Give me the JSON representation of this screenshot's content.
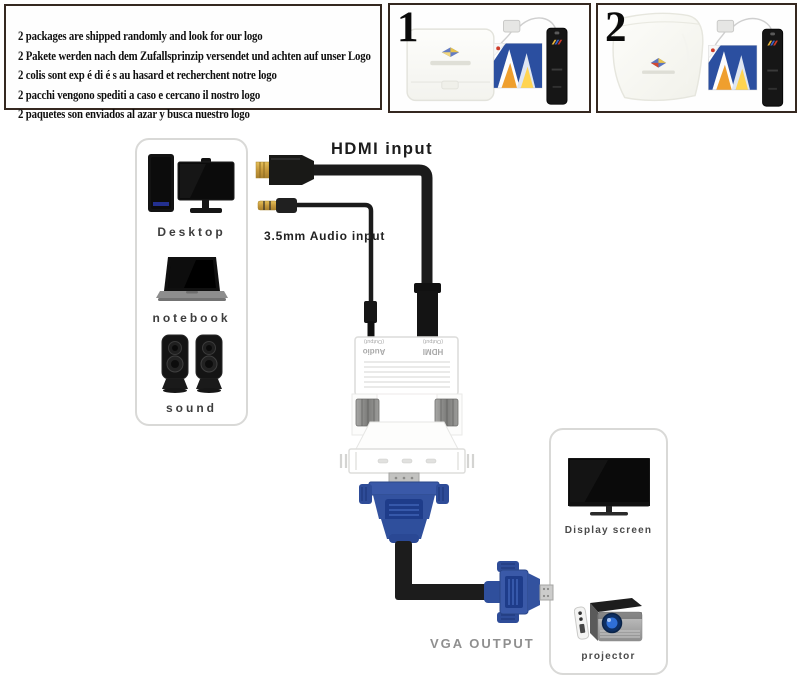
{
  "notice": {
    "lines": [
      "2 packages are shipped randomly and look for our logo",
      "2 Pakete werden nach dem Zufallsprinzip versendet und achten auf unser Logo",
      "2 colis sont exp é di é s au hasard et recherchent notre logo",
      "2 pacchi vengono spediti a caso e cercano il nostro logo",
      "2 paquetes son enviados al azar y busca nuestro logo"
    ]
  },
  "packages": {
    "box_label": "1",
    "bag_label": "2"
  },
  "diagram": {
    "hdmi_input_label": "HDMI input",
    "audio_input_label": "3.5mm Audio input",
    "vga_output_label": "VGA OUTPUT",
    "adapter": {
      "audio_port": "Audio",
      "audio_port_sub": "(Output)",
      "hdmi_port": "HDMI",
      "hdmi_port_sub": "(Output)"
    },
    "sources": {
      "desktop": "Desktop",
      "notebook": "notebook",
      "sound": "sound"
    },
    "outputs": {
      "display": "Display screen",
      "projector": "projector"
    }
  },
  "colors": {
    "vga_blue": "#33529f",
    "cable_black": "#1b1b1b",
    "frame_border": "#352820",
    "muted_label": "#8f8f8f"
  }
}
